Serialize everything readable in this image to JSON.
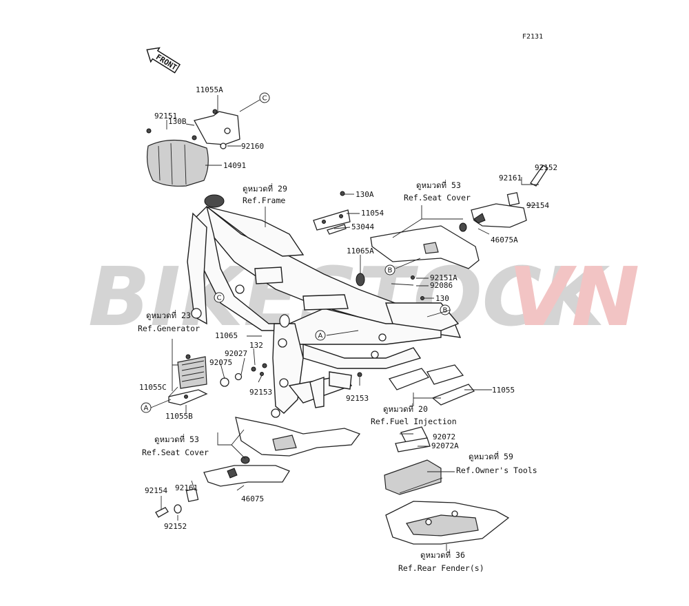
{
  "diagram_code": "F2131",
  "front_label": "FRONT",
  "watermark": {
    "part1": "BIKESTOCK",
    "part2": "VN"
  },
  "callout_letters": {
    "a": "A",
    "b": "B",
    "c": "C"
  },
  "part_numbers": {
    "p11055A": "11055A",
    "p92151": "92151",
    "p130B": "130B",
    "p92160": "92160",
    "p14091": "14091",
    "p130A": "130A",
    "p11054": "11054",
    "p53044": "53044",
    "p11065A": "11065A",
    "p92151A": "92151A",
    "p92086": "92086",
    "p130": "130",
    "p92152_top": "92152",
    "p92161_top": "92161",
    "p92154_top": "92154",
    "p46075A": "46075A",
    "p11065": "11065",
    "p132": "132",
    "p92027": "92027",
    "p92075": "92075",
    "p11055C": "11055C",
    "p11055B": "11055B",
    "p92153_left": "92153",
    "p92153_mid": "92153",
    "p11055": "11055",
    "p92072": "92072",
    "p92072A": "92072A",
    "p92161_bot": "92161",
    "p92154_bot": "92154",
    "p92152_bot": "92152",
    "p46075": "46075"
  },
  "references": {
    "frame": {
      "thai": "ดูหมวดที่ 29",
      "en": "Ref.Frame"
    },
    "seat_cover_top": {
      "thai": "ดูหมวดที่ 53",
      "en": "Ref.Seat Cover"
    },
    "generator": {
      "thai": "ดูหมวดที่ 23",
      "en": "Ref.Generator"
    },
    "fuel_injection": {
      "thai": "ดูหมวดที่ 20",
      "en": "Ref.Fuel Injection"
    },
    "seat_cover_bottom": {
      "thai": "ดูหมวดที่ 53",
      "en": "Ref.Seat Cover"
    },
    "owners_tools": {
      "thai": "ดูหมวดที่ 59",
      "en": "Ref.Owner's Tools"
    },
    "rear_fender": {
      "thai": "ดูหมวดที่ 36",
      "en": "Ref.Rear Fender(s)"
    }
  },
  "colors": {
    "watermark_gray": "#d4d4d4",
    "watermark_red": "#f2c4c4",
    "line": "#222222"
  }
}
